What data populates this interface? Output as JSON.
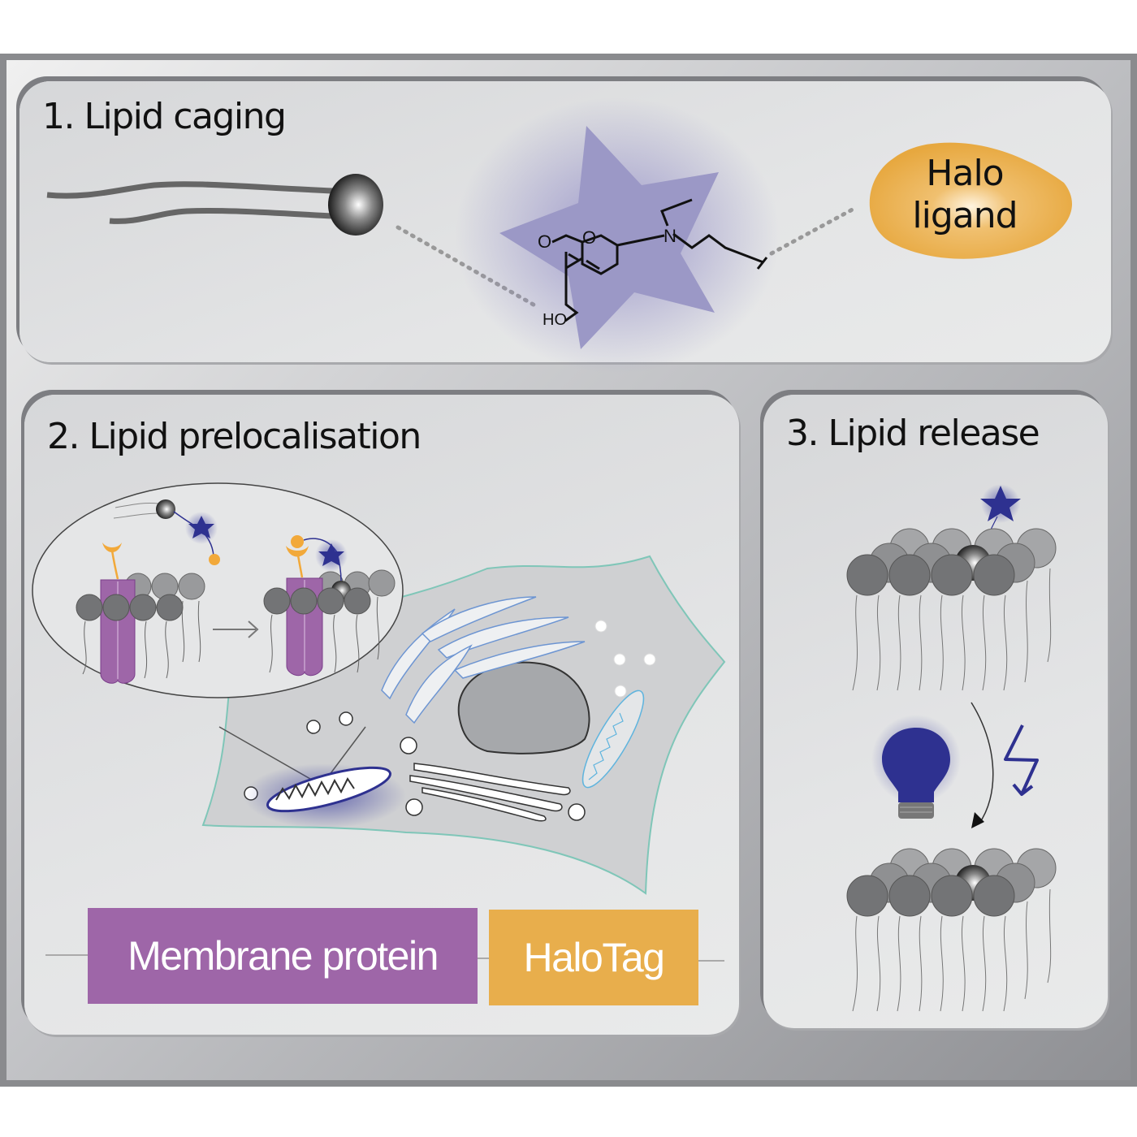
{
  "panels": [
    {
      "id": "lipid-caging",
      "title": "1. Lipid caging"
    },
    {
      "id": "lipid-prelocalisation",
      "title": "2. Lipid prelocalisation"
    },
    {
      "id": "lipid-release",
      "title": "3. Lipid release"
    }
  ],
  "caging": {
    "halo_ligand": {
      "line1": "Halo",
      "line2": "ligand"
    },
    "molecule_labels": {
      "carbonyl_o": "O",
      "ring_o": "O",
      "amine_n": "N",
      "hydroxyl": "HO"
    }
  },
  "prelocalisation": {
    "construct": {
      "membrane_protein": "Membrane protein",
      "halotag": "HaloTag"
    }
  },
  "colors": {
    "membrane_protein": "#9e66a8",
    "halotag": "#e8ae4c",
    "cage_star": "#9b98c6",
    "fluorophore": "#2e3190",
    "cell_outline": "#7fc6b8",
    "er_outline": "#6d95d2",
    "mito_light": "#5fb4de"
  },
  "icons": [
    "lipid-icon",
    "coumarin-cage-icon",
    "halo-ligand-icon",
    "membrane-protein-icon",
    "lightbulb-icon",
    "lightning-icon",
    "cell-icon"
  ]
}
